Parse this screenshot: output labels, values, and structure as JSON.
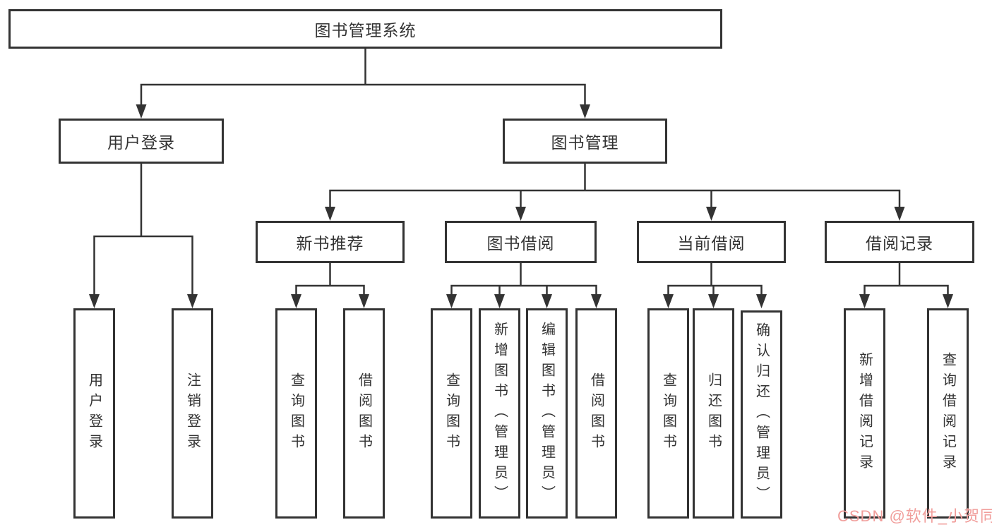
{
  "colors": {
    "line": "#333333",
    "text": "#333333",
    "watermark": "#f19e9b",
    "box_fill": "#ffffff"
  },
  "watermark": {
    "text": "CSDN @软件_小贺同学"
  },
  "tree": {
    "root": "图书管理系统",
    "branches": [
      {
        "label": "用户登录",
        "children": [
          "用户登录",
          "注销登录"
        ]
      },
      {
        "label": "图书管理",
        "children": [
          {
            "label": "新书推荐",
            "children": [
              "查询图书",
              "借阅图书"
            ]
          },
          {
            "label": "图书借阅",
            "children": [
              "查询图书",
              "新增图书（管理员）",
              "编辑图书（管理员）",
              "借阅图书"
            ]
          },
          {
            "label": "当前借阅",
            "children": [
              "查询图书",
              "归还图书",
              "确认归还（管理员）"
            ]
          },
          {
            "label": "借阅记录",
            "children": [
              "新增借阅记录",
              "查询借阅记录"
            ]
          }
        ]
      }
    ]
  }
}
